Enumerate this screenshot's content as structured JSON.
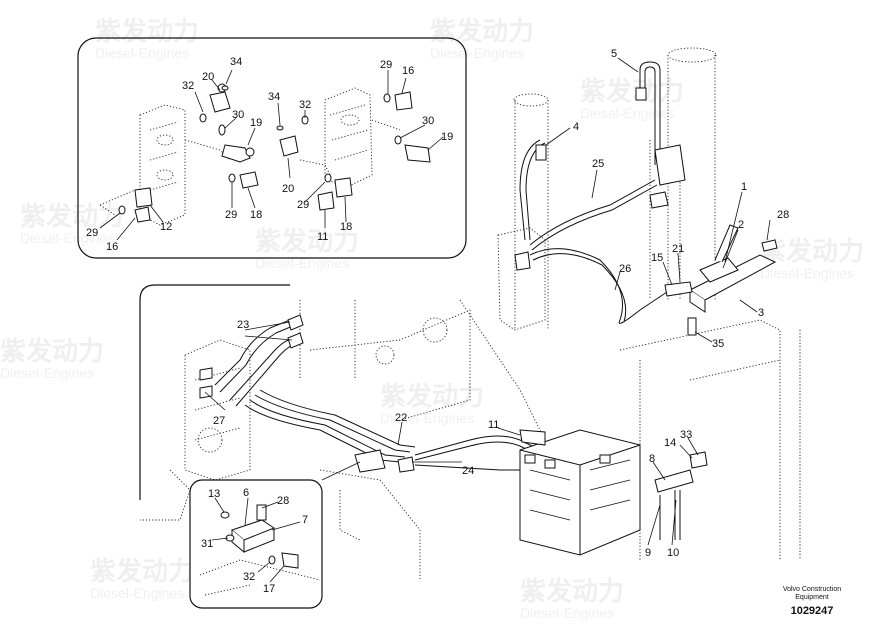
{
  "callouts": {
    "c1": "1",
    "c2": "2",
    "c3": "3",
    "c4": "4",
    "c5": "5",
    "c6": "6",
    "c7": "7",
    "c8": "8",
    "c9": "9",
    "c10": "10",
    "c11": "11",
    "c12": "12",
    "c13": "13",
    "c14": "14",
    "c15": "15",
    "c16a": "16",
    "c16b": "16",
    "c17": "17",
    "c18a": "18",
    "c18b": "18",
    "c19a": "19",
    "c19b": "19",
    "c20a": "20",
    "c20b": "20",
    "c21": "21",
    "c22": "22",
    "c23": "23",
    "c24": "24",
    "c25": "25",
    "c26": "26",
    "c27": "27",
    "c28a": "28",
    "c28b": "28",
    "c29a": "29",
    "c29b": "29",
    "c29c": "29",
    "c29d": "29",
    "c30a": "30",
    "c30b": "30",
    "c31": "31",
    "c32a": "32",
    "c32b": "32",
    "c32c": "32",
    "c33": "33",
    "c34a": "34",
    "c34b": "34",
    "c35": "35"
  },
  "footer": {
    "caption_line1": "Volvo Construction",
    "caption_line2": "Equipment",
    "doc_number": "1029247"
  },
  "watermark": {
    "brand": "紫发动力",
    "sub": "Diesel-Engines"
  }
}
